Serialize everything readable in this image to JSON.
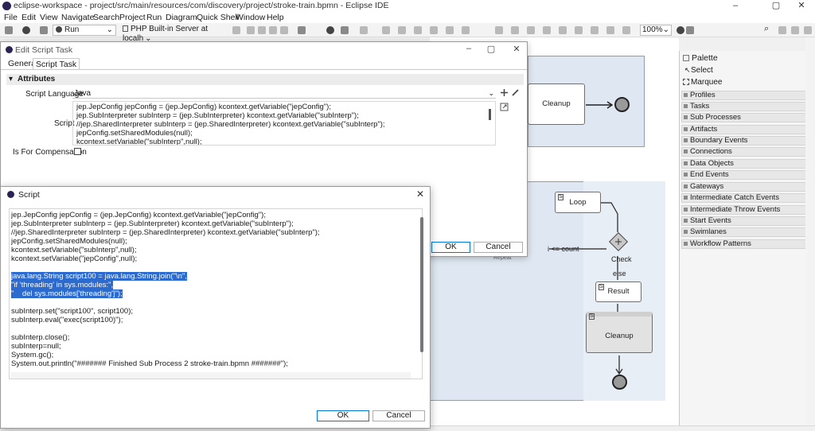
{
  "window": {
    "title": "eclipse-workspace - project/src/main/resources/com/discovery/project/stroke-train.bpmn - Eclipse IDE",
    "minimize": "–",
    "maximize": "▢",
    "close": "✕"
  },
  "menu": [
    "File",
    "Edit",
    "View",
    "Navigate",
    "Search",
    "Project",
    "Run",
    "Diagram",
    "Quick Shell",
    "Window",
    "Help"
  ],
  "toolbar": {
    "run_config": "Run",
    "server": "PHP Built-in Server at localh",
    "zoom": "100%"
  },
  "diagram": {
    "cleanup_top": "Cleanup",
    "loop": "Loop",
    "check": "Check",
    "condition": "i <= count",
    "else": "else",
    "repeat": "Repeat",
    "result": "Result",
    "cleanup_bottom": "Cleanup"
  },
  "palette": {
    "title": "Palette",
    "tools": [
      "Select",
      "Marquee"
    ],
    "drawers": [
      "Profiles",
      "Tasks",
      "Sub Processes",
      "Artifacts",
      "Boundary Events",
      "Connections",
      "Data Objects",
      "End Events",
      "Gateways",
      "Intermediate Catch Events",
      "Intermediate Throw Events",
      "Start Events",
      "Swimlanes",
      "Workflow Patterns"
    ]
  },
  "edit_dialog": {
    "title": "Edit Script Task",
    "tabs": [
      "General",
      "Script Task"
    ],
    "section": "Attributes",
    "script_language_label": "Script Language",
    "script_language": "Java",
    "script_label": "Script",
    "script_lines": [
      "jep.JepConfig jepConfig = (jep.JepConfig) kcontext.getVariable(\"jepConfig\");",
      "jep.SubInterpreter subInterp = (jep.SubInterpreter) kcontext.getVariable(\"subInterp\");",
      "//jep.SharedInterpreter subInterp = (jep.SharedInterpreter) kcontext.getVariable(\"subInterp\");",
      "jepConfig.setSharedModules(null);",
      "kcontext.setVariable(\"subInterp\",null);"
    ],
    "compensation_label": "Is For Compensation",
    "ok": "OK",
    "cancel": "Cancel"
  },
  "script_dialog": {
    "title": "Script",
    "lines": [
      "jep.JepConfig jepConfig = (jep.JepConfig) kcontext.getVariable(\"jepConfig\");",
      "jep.SubInterpreter subInterp = (jep.SubInterpreter) kcontext.getVariable(\"subInterp\");",
      "//jep.SharedInterpreter subInterp = (jep.SharedInterpreter) kcontext.getVariable(\"subInterp\");",
      "jepConfig.setSharedModules(null);",
      "kcontext.setVariable(\"subInterp\",null);",
      "kcontext.setVariable(\"jepConfig\",null);",
      "",
      "java.lang.String script100 = java.lang.String.join(\"\\n\",",
      "\"if 'threading' in sys.modules:\",",
      "\"    del sys.modules['threading']\");",
      "",
      "subInterp.set(\"script100\", script100);",
      "subInterp.eval(\"exec(script100)\");",
      "",
      "subInterp.close();",
      "subInterp=null;",
      "System.gc();",
      "System.out.println(\"####### Finished Sub Process 2 stroke-train.bpmn #######\");"
    ],
    "selected_lines": [
      7,
      8,
      9
    ],
    "close": "✕",
    "ok": "OK",
    "cancel": "Cancel"
  }
}
